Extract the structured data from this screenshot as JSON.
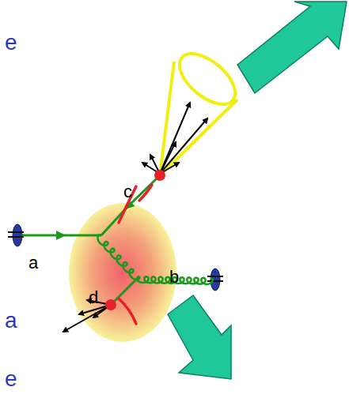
{
  "diagram": {
    "labels": [
      "e",
      "c",
      "a",
      "b",
      "a",
      "d",
      "e"
    ]
  }
}
